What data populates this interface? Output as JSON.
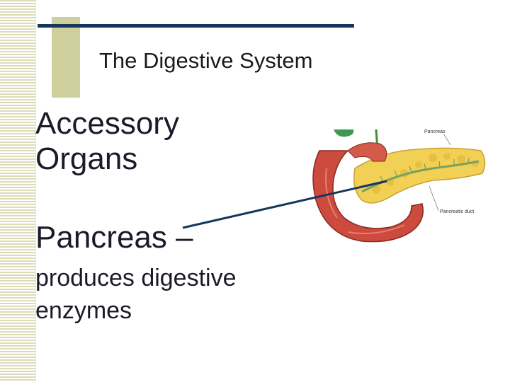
{
  "slide": {
    "title": "The Digestive System",
    "heading_line1": "Accessory",
    "heading_line2": "Organs",
    "pancreas_label": "Pancreas –",
    "description_line1": "produces digestive",
    "description_line2": "enzymes"
  },
  "illustration": {
    "label_top": "Pancreas",
    "label_duct": "Pancreatic duct"
  },
  "colors": {
    "title_rule": "#17365d",
    "accent_block": "#cfcf9e",
    "stripe": "#dcdcb8",
    "pointer_line": "#17365d"
  }
}
